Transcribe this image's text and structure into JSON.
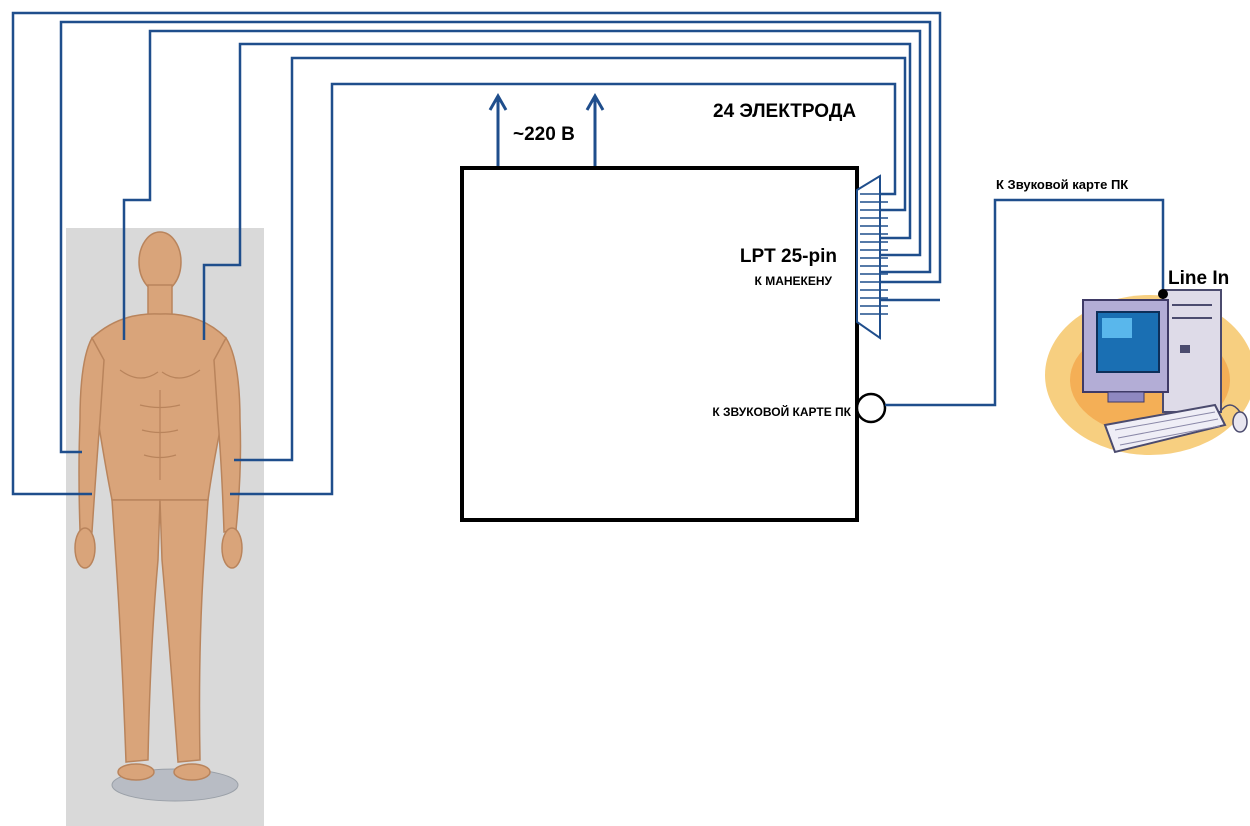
{
  "labels": {
    "electrodes": "24 ЭЛЕКТРОДА",
    "power": "~220 В",
    "lpt": "LPT 25-pin",
    "to_mannequin": "К МАНЕКЕНУ",
    "to_sound_card_box": "К ЗВУКОВОЙ КАРТЕ ПК",
    "to_sound_card_pc": "К Звуковой карте ПК",
    "line_in": "Line In"
  },
  "colors": {
    "wire": "#1f4e8c",
    "box_stroke": "#000000",
    "panel_bg": "#d9d9d9",
    "skin": "#d9a47a",
    "skin_shadow": "#b9845c"
  },
  "icons": {
    "mannequin": "mannequin-figure",
    "computer": "desktop-computer-icon",
    "connector": "db25-connector-icon",
    "audio_jack": "audio-jack-icon"
  }
}
